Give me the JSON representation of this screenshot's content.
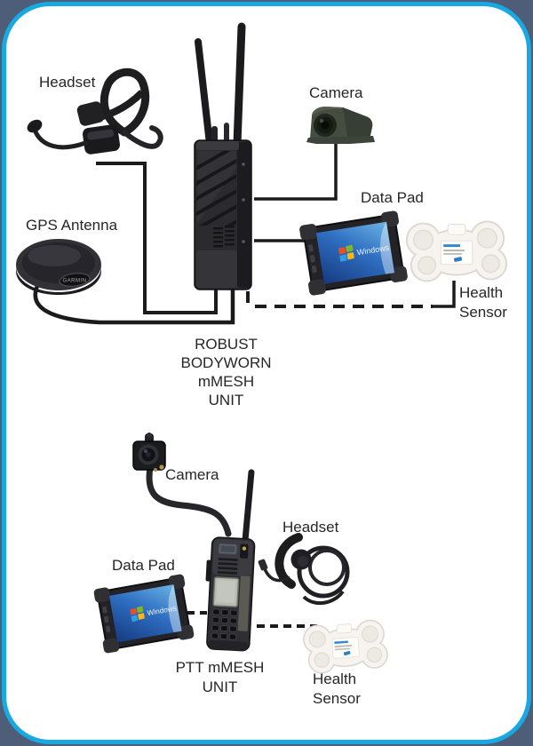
{
  "frame": {
    "background_color": "#4e5d78",
    "border_color": "#18a8e2",
    "panel_color": "#ffffff"
  },
  "top_unit": {
    "labels": {
      "headset": "Headset",
      "gps_antenna": "GPS Antenna",
      "camera": "Camera",
      "data_pad": "Data Pad",
      "health_sensor": "Health\nSensor"
    },
    "unit_title": "ROBUST\nBODYWORN\nmMESH\nUNIT",
    "gps_brand": "GARMIN",
    "tablet_os_label": "Windows"
  },
  "bottom_unit": {
    "labels": {
      "camera": "Camera",
      "headset": "Headset",
      "data_pad": "Data Pad",
      "health_sensor": "Health\nSensor"
    },
    "unit_title": "PTT mMESH\nUNIT",
    "tablet_os_label": "Windows"
  }
}
